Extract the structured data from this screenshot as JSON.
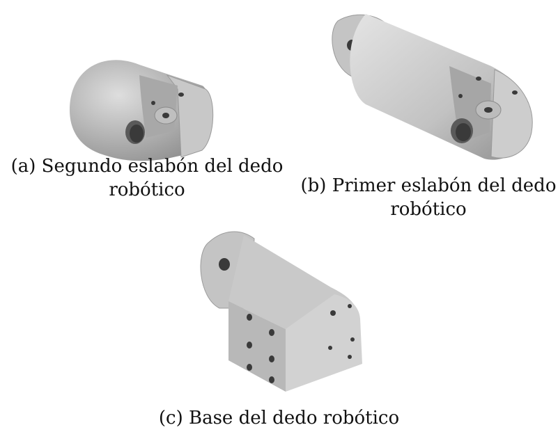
{
  "figure": {
    "subfigures": [
      {
        "id": "a",
        "caption_line1": "(a) Segundo eslabón del dedo",
        "caption_line2": "robótico"
      },
      {
        "id": "b",
        "caption_line1": "(b) Primer eslabón del dedo",
        "caption_line2": "robótico"
      },
      {
        "id": "c",
        "caption_line1": "(c) Base del dedo robótico"
      }
    ]
  },
  "colors": {
    "part_light": "#d9d9d9",
    "part_mid": "#bdbdbd",
    "part_dark": "#8f8f8f",
    "hole": "#3a3a3a",
    "shadow": "#6e6e6e"
  }
}
